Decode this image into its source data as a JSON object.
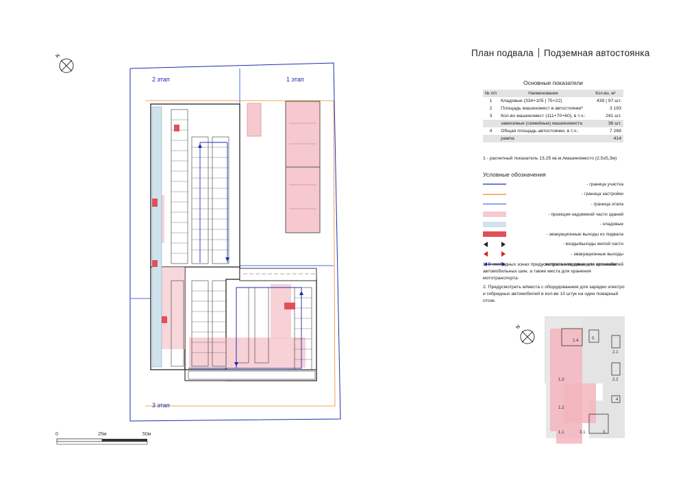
{
  "header": {
    "title_left": "План подвала",
    "title_right": "Подземная автостоянка"
  },
  "indicators": {
    "title": "Основные показатели",
    "col_no": "№ п/п",
    "col_name": "Наименование",
    "col_value": "Кол-во, м²",
    "rows": [
      {
        "no": "1",
        "name": "Кладовые (334+105 | 75+22)",
        "value": "439 | 97 шт.",
        "shaded": false
      },
      {
        "no": "2",
        "name": "Площадь машиномест в автостоянке¹",
        "value": "3 193",
        "shaded": false
      },
      {
        "no": "3",
        "name": "Кол-во машиномест (111+70+60), в т.ч.:",
        "value": "241 шт.",
        "shaded": false
      },
      {
        "no": "",
        "name": "зависимые (семейные) машиноместа",
        "value": "36 шт.",
        "shaded": true
      },
      {
        "no": "4",
        "name": "Общая площадь автостоянки, в т.ч.:",
        "value": "7 268",
        "shaded": false
      },
      {
        "no": "",
        "name": "рампа",
        "value": "414",
        "shaded": true
      }
    ],
    "footnote": "1 - расчетный показатель 13,25 кв.м./машиноместо (2,5х5,3м)"
  },
  "legend": {
    "title": "Условные обозначения",
    "items": [
      {
        "label": "- граница участка",
        "kind": "line",
        "color": "#1c2ab0"
      },
      {
        "label": "- граница застройки",
        "kind": "line",
        "color": "#e58a2b"
      },
      {
        "label": "- граница этапа",
        "kind": "line",
        "color": "#4a6fd8"
      },
      {
        "label": "- проекция надземной части зданий",
        "kind": "fill",
        "color": "#f6c9cf"
      },
      {
        "label": "- кладовые",
        "kind": "fill",
        "color": "#cfe2ee"
      },
      {
        "label": "- эвакуационные выходы из подвала",
        "kind": "fill",
        "color": "#e0505a"
      },
      {
        "label": "- входы/выходы жилой части",
        "kind": "arrows",
        "color": "#222222"
      },
      {
        "label": "- эвакуационные выходы",
        "kind": "arrows",
        "color": "#d42020"
      },
      {
        "label": "- направление движения автомобилей",
        "kind": "darrow",
        "color": "#1c2ab0"
      }
    ]
  },
  "notes": [
    "1. В свободных зонах предусмотреть кладовые для хранения автомобильных шин, а также места для хранения мототранспорта.",
    "2. Предусмотреть м/места с оборудованием для зарядки электро и гибридных автомобилей в кол-ве 10 штук на один пожарный отсек."
  ],
  "plan": {
    "stages": [
      "2 этап",
      "1 этап",
      "3 этап"
    ],
    "scale": [
      "0",
      "25м",
      "50м"
    ]
  },
  "keyplan": {
    "zones": [
      "1.4",
      "5",
      "2.1",
      "1.3",
      "2.2",
      "4",
      "1.2",
      "1.1",
      "3.1",
      "3"
    ]
  },
  "colors": {
    "site_boundary": "#1c2ab0",
    "build_boundary": "#e58a2b",
    "projection": "#f6c9cf",
    "storage": "#cfe2ee",
    "evac": "#e0505a"
  }
}
